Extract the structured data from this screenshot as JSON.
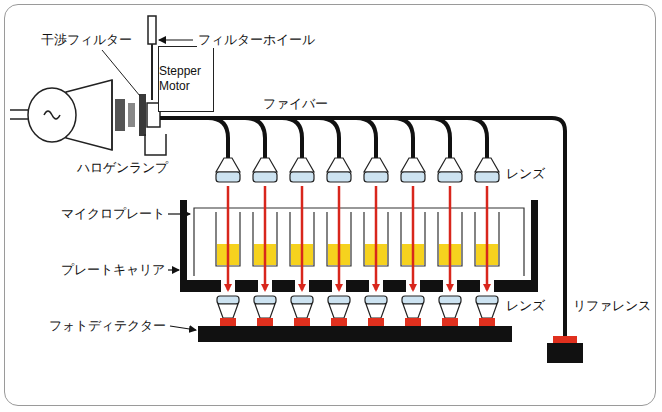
{
  "diagram": {
    "nodes": [
      {
        "text": [
          "Stepper Motor"
        ]
      }
    ],
    "labels": [
      "干渉フィルター",
      "フィルターホイール",
      "ファイバー",
      "ハロゲンランプ",
      "レンズ",
      "マイクロプレート",
      "プレートキャリア",
      "レンズ",
      "フォトディテクター",
      "リファレンス"
    ]
  }
}
